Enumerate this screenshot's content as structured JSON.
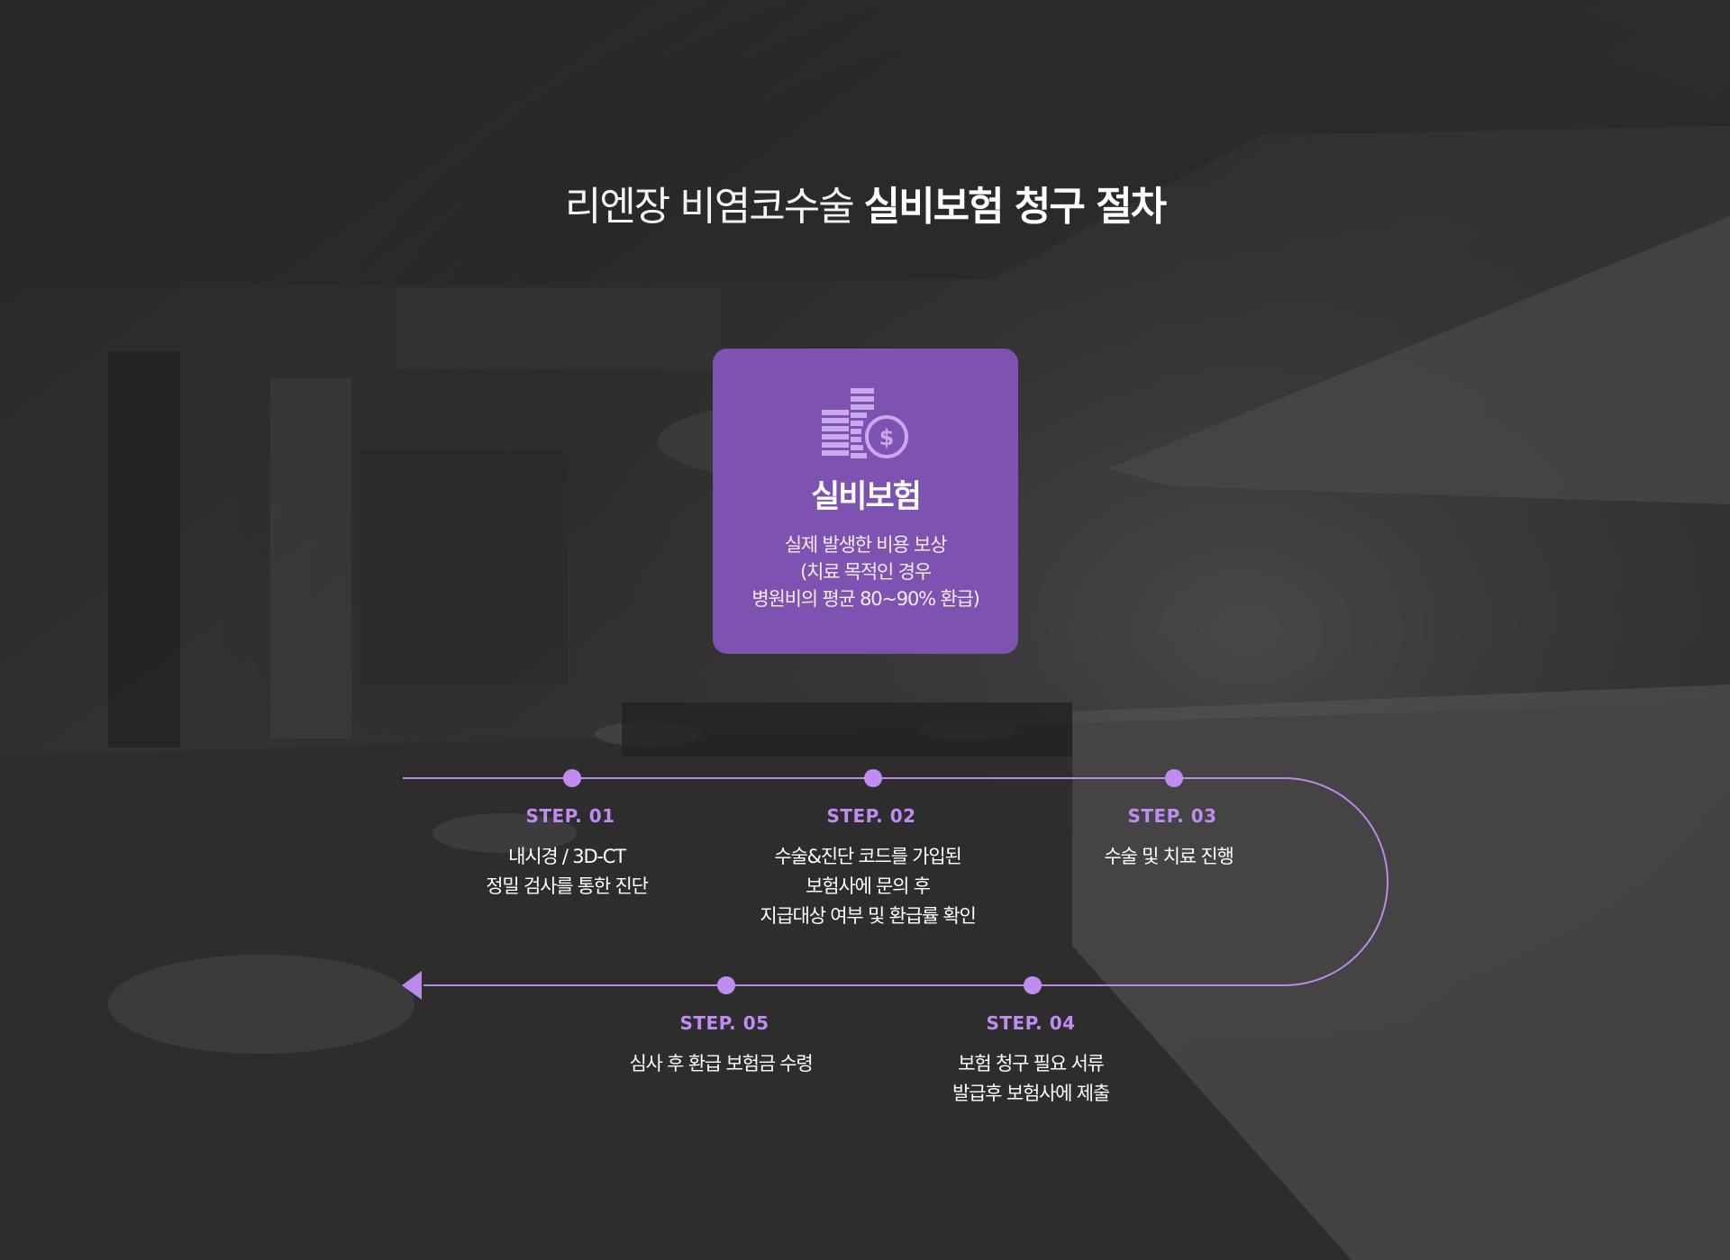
{
  "title": {
    "light": "리엔장 비염코수술",
    "bold": "실비보험 청구 절차"
  },
  "card": {
    "title": "실비보험",
    "desc": [
      "실제 발생한 비용 보상",
      "(치료 목적인 경우",
      "병원비의 평균 80~90% 환급)"
    ]
  },
  "steps": [
    {
      "label": "STEP. 01",
      "lines": [
        "내시경 / 3D-CT",
        "정밀 검사를 통한 진단"
      ]
    },
    {
      "label": "STEP. 02",
      "lines": [
        "수술&진단 코드를 가입된",
        "보험사에 문의 후",
        "지급대상 여부 및 환급률 확인"
      ]
    },
    {
      "label": "STEP. 03",
      "lines": [
        "수술 및 치료 진행"
      ]
    },
    {
      "label": "STEP. 04",
      "lines": [
        "보험 청구 필요 서류",
        "발급후 보험사에 제출"
      ]
    },
    {
      "label": "STEP. 05",
      "lines": [
        "심사 후 환급 보험금 수령"
      ]
    }
  ],
  "colors": {
    "accent": "#7e52b0",
    "step_label": "#c08cf0",
    "line": "#b98ae8"
  }
}
